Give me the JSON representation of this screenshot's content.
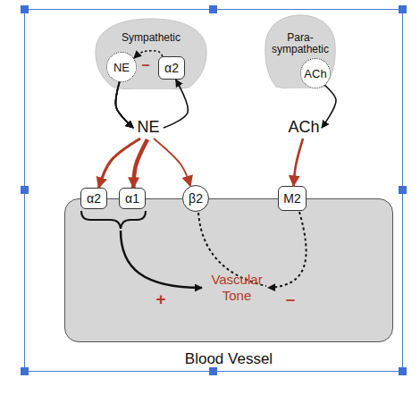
{
  "diagram": {
    "nodes": [
      {
        "text": [
          "Sympathetic"
        ]
      },
      {
        "text": [
          "NE"
        ],
        "in": 0
      },
      {
        "text": [
          "α2"
        ],
        "in": 0
      },
      {
        "text": [
          "Para- sympathetic"
        ]
      },
      {
        "text": [
          "ACh"
        ],
        "in": 3
      },
      {
        "text": [
          "Blood Vessel"
        ]
      },
      {
        "text": [
          "α2"
        ],
        "in": 5
      },
      {
        "text": [
          "α1"
        ],
        "in": 5
      },
      {
        "text": [
          "β2"
        ],
        "in": 5
      },
      {
        "text": [
          "M2"
        ],
        "in": 5
      }
    ],
    "edges": [
      {
        "from": 1,
        "to": 2,
        "arrow": "to"
      },
      {
        "from": 1,
        "to": 6,
        "arrow": "to"
      },
      {
        "from": 1,
        "to": 7,
        "arrow": "to"
      },
      {
        "from": 1,
        "to": 8,
        "arrow": "to"
      },
      {
        "from": 2,
        "to": 1,
        "label": "–",
        "arrow": "to"
      },
      {
        "from": 4,
        "to": 9,
        "arrow": "to"
      }
    ],
    "labels": [
      "NE",
      "ACh",
      "Vascular Tone",
      "+",
      "–"
    ]
  }
}
